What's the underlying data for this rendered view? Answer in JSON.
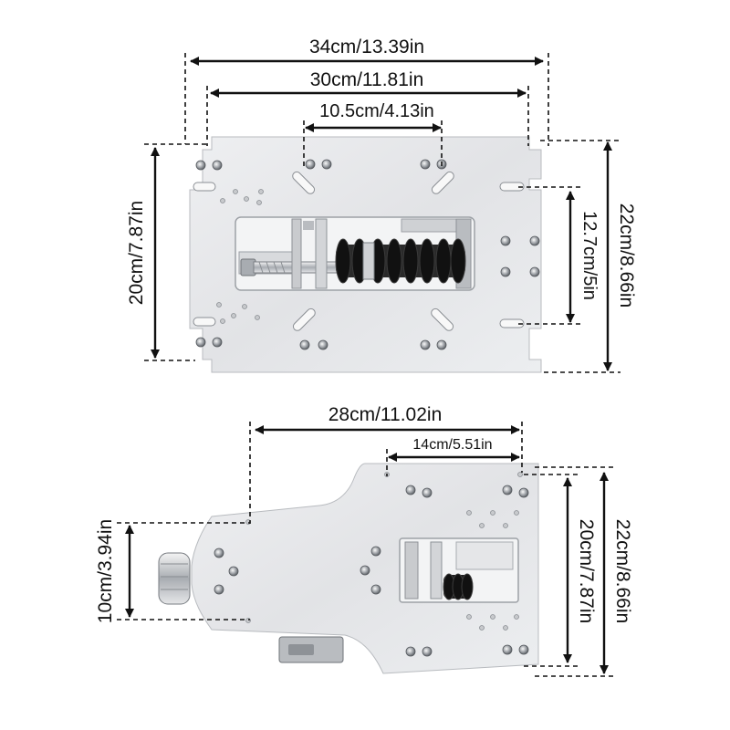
{
  "top_view": {
    "dim_overall_width": "34cm/13.39in",
    "dim_hole_width": "30cm/11.81in",
    "dim_slot_spacing": "10.5cm/4.13in",
    "dim_left_height": "20cm/7.87in",
    "dim_inner_height": "12.7cm/5in",
    "dim_overall_height": "22cm/8.66in"
  },
  "bottom_view": {
    "dim_length": "28cm/11.02in",
    "dim_front_spacing": "14cm/5.51in",
    "dim_left_height": "10cm/3.94in",
    "dim_inner_height": "20cm/7.87in",
    "dim_overall_height": "22cm/8.66in"
  },
  "colors": {
    "plate": "#e7e8ea",
    "plate_edge": "#b8bbbf",
    "spring": "#1a1a1a",
    "line": "#111111"
  }
}
